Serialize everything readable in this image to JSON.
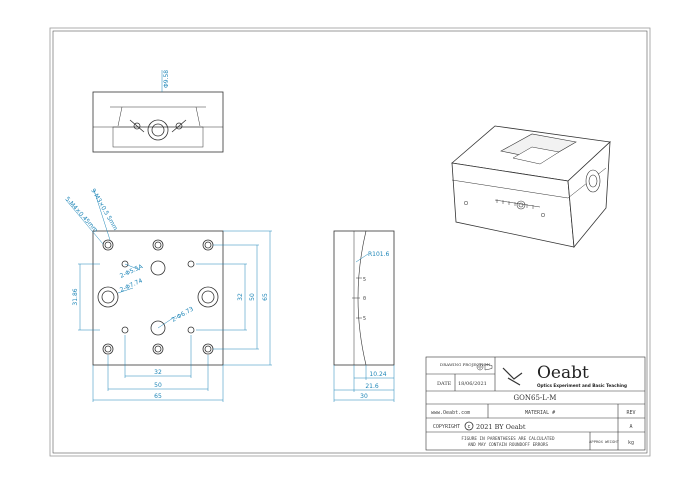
{
  "drawing": {
    "top_view": {
      "dia_label": "Φ9.58"
    },
    "front_view": {
      "callouts": [
        "9-M3×0.5 5mm",
        "5-M4×0.45mm"
      ],
      "hole_labels": [
        "2-Φ5.5A",
        "2-Φ7.74",
        "2-Φ6.73"
      ],
      "dims": {
        "h_32": "32",
        "h_50": "50",
        "h_65": "65",
        "v_31_86": "31.86",
        "v_32": "32",
        "v_50": "50",
        "v_65": "65"
      }
    },
    "side_view": {
      "radius_label": "R101.6",
      "scale_marks": [
        "5",
        "0",
        "5"
      ],
      "dims": {
        "d_10_24": "10.24",
        "d_21_6": "21.6",
        "d_30": "30"
      }
    }
  },
  "title_block": {
    "projection_label": "DRAWING PROJECTION",
    "date_label": "DATE",
    "date_value": "18/06/2021",
    "logo_text": "Oeabt",
    "logo_subtitle": "Optics Experiment and Basic Teaching",
    "part_number": "GON65-L-M",
    "website": "www.Oeabt.com",
    "material_label": "MATERIAL #",
    "rev_label": "REV",
    "rev_value": "A",
    "copyright_label": "COPYRIGHT",
    "copyright_text": "2021 BY Oeabt",
    "note_line1": "FIGURE IN PARENTHESES ARE CALCULATED",
    "note_line2": "AND MAY CONTAIN ROUNDOFF ERRORS",
    "weight_label": "APPROX WEIGHT",
    "weight_unit": "kg"
  }
}
